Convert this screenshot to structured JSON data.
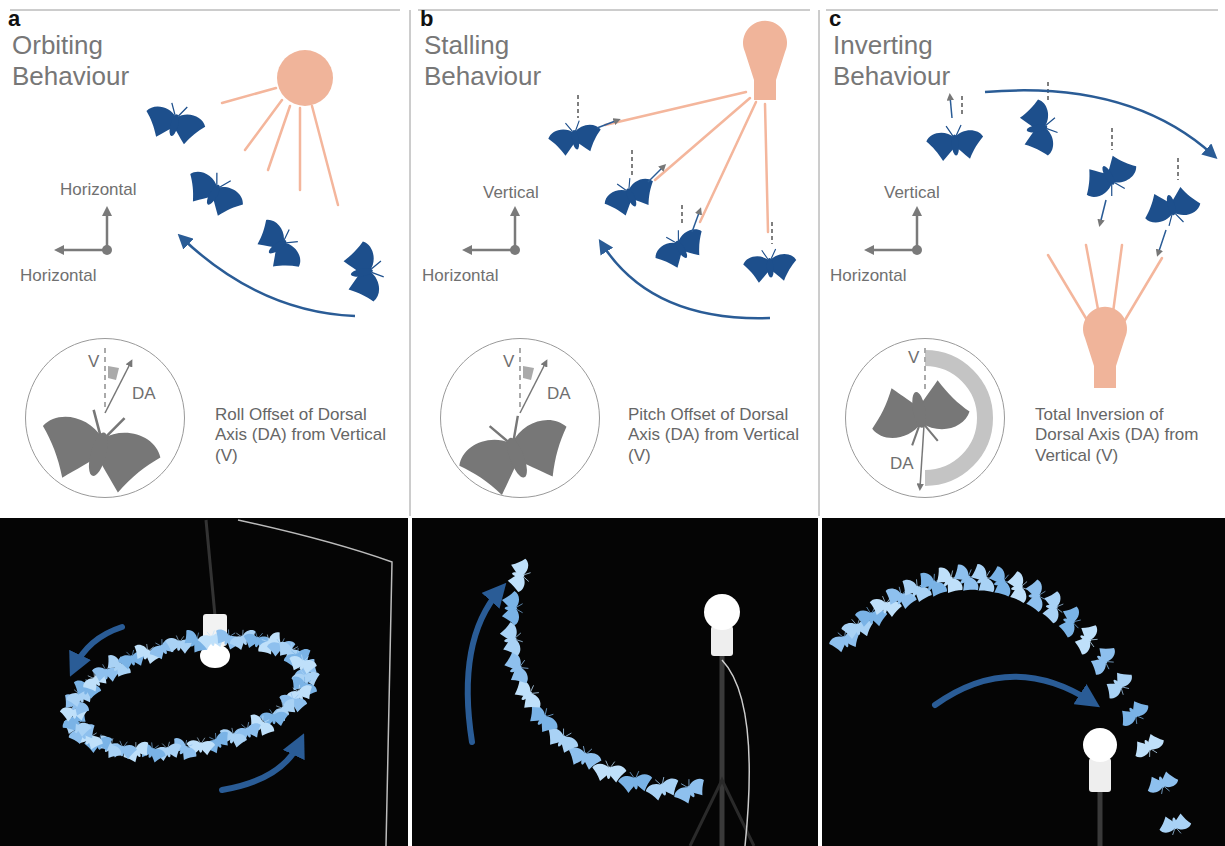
{
  "diagram": {
    "nodes": [
      {
        "text": [
          "V",
          "DA"
        ]
      },
      {
        "text": [
          "V",
          "DA"
        ]
      },
      {
        "text": [
          "V",
          "DA"
        ]
      }
    ],
    "labels": [
      "a",
      "Orbiting Behaviour",
      "Horizontal",
      "Horizontal",
      "Roll Offset of Dorsal Axis (DA) from Vertical (V)",
      "b",
      "Stalling Behaviour",
      "Vertical",
      "Horizontal",
      "Pitch Offset of Dorsal Axis (DA) from Vertical (V)",
      "c",
      "Inverting Behaviour",
      "Vertical",
      "Horizontal",
      "Total Inversion of Dorsal Axis (DA) from Vertical (V)"
    ]
  }
}
